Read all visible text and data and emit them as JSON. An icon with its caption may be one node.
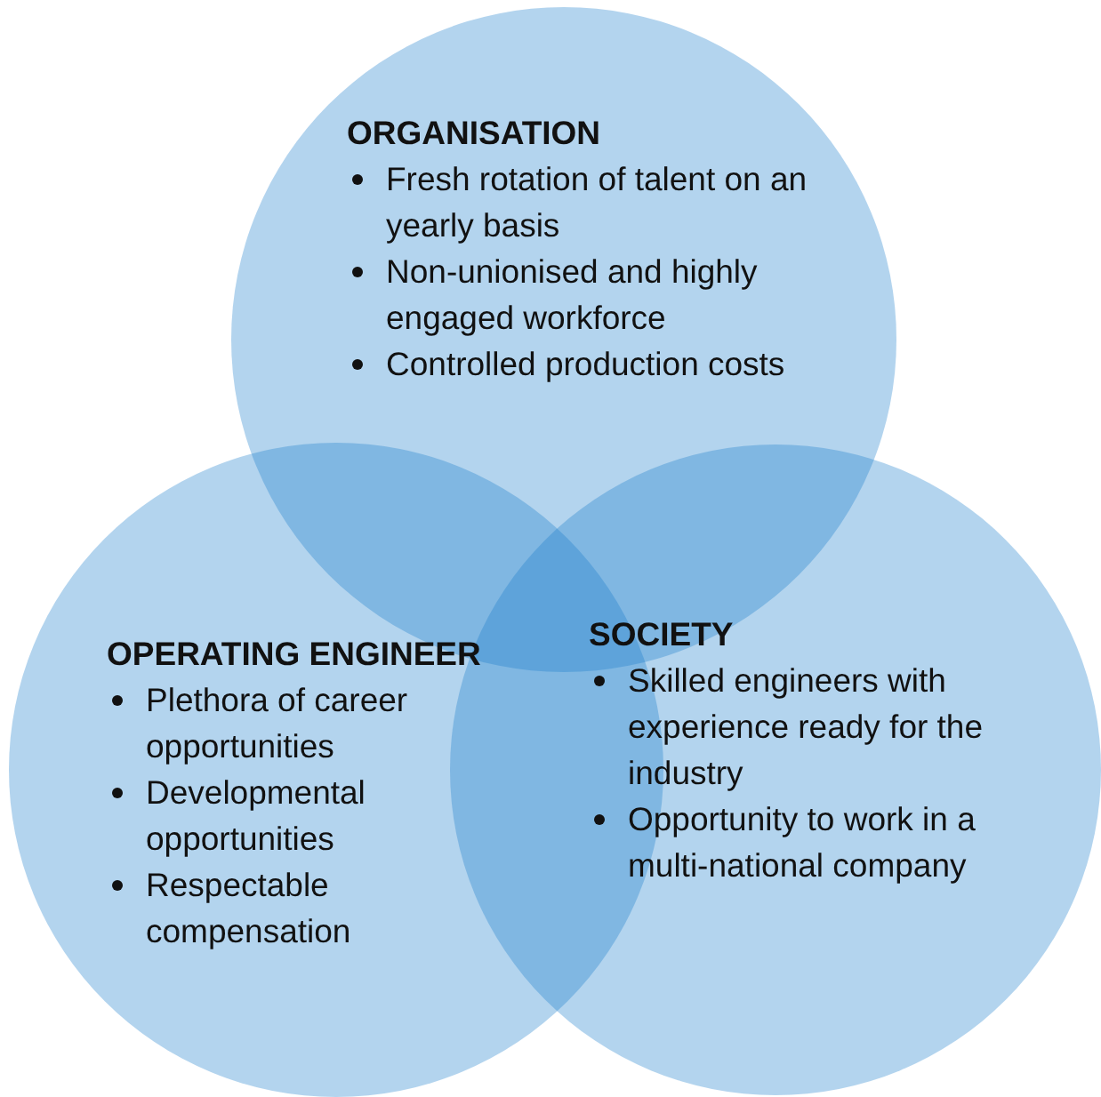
{
  "diagram": {
    "nodes": [
      {
        "text": [
          "ORGANISATION",
          "Fresh rotation of talent on an yearly basis",
          "Non-unionised and highly engaged workforce",
          "Controlled production costs"
        ]
      },
      {
        "text": [
          "OPERATING ENGINEER",
          "Plethora of career opportunities",
          "Developmental opportunities",
          "Respectable compensation"
        ]
      },
      {
        "text": [
          "SOCIETY",
          "Skilled engineers with experience ready for the industry",
          "Opportunity to work in a multi-national company"
        ]
      }
    ]
  }
}
